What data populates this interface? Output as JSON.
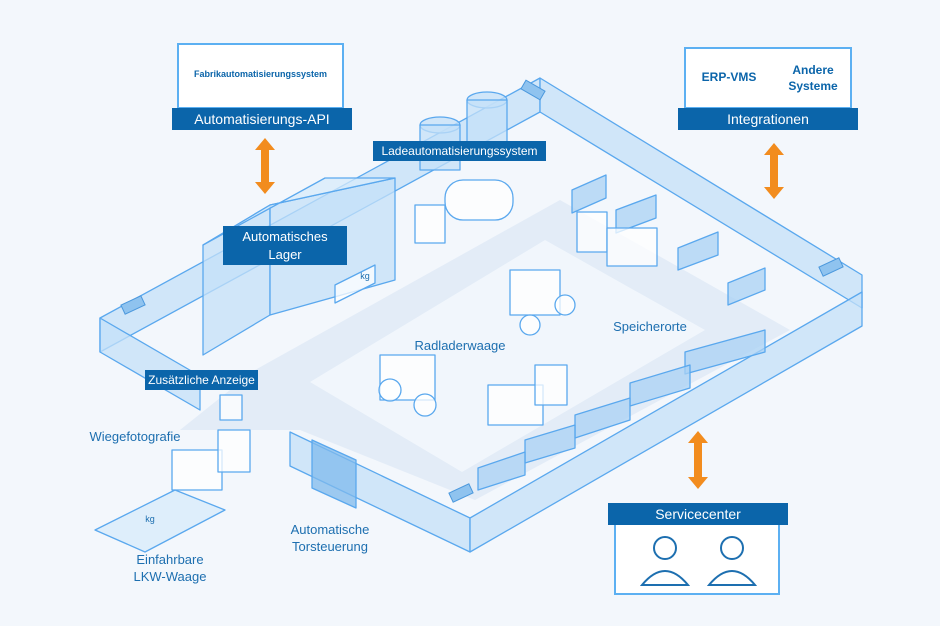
{
  "top_left": {
    "system": "Fabrikautomatisierungssystem",
    "api": "Automatisierungs-API"
  },
  "top_right": {
    "erp": "ERP-VMS",
    "other": "Andere Systeme",
    "bar": "Integrationen"
  },
  "labels": {
    "loading": "Ladeautomatisierungssystem",
    "warehouse": "Automatisches Lager",
    "extra_display": "Zusätzliche Anzeige",
    "wheel_loader_scale": "Radladerwaage",
    "storage": "Speicherorte",
    "weigh_photo": "Wiegefotografie",
    "truck_scale_1": "Einfahrbare",
    "truck_scale_2": "LKW-Waage",
    "gate_1": "Automatische",
    "gate_2": "Torsteuerung",
    "kg_1": "kg",
    "kg_2": "kg"
  },
  "service": {
    "title": "Servicecenter"
  },
  "colors": {
    "accent": "#0b65aa",
    "arrow": "#f28c1e",
    "glass": "#bcdcf7",
    "line": "#5aa8ee"
  }
}
